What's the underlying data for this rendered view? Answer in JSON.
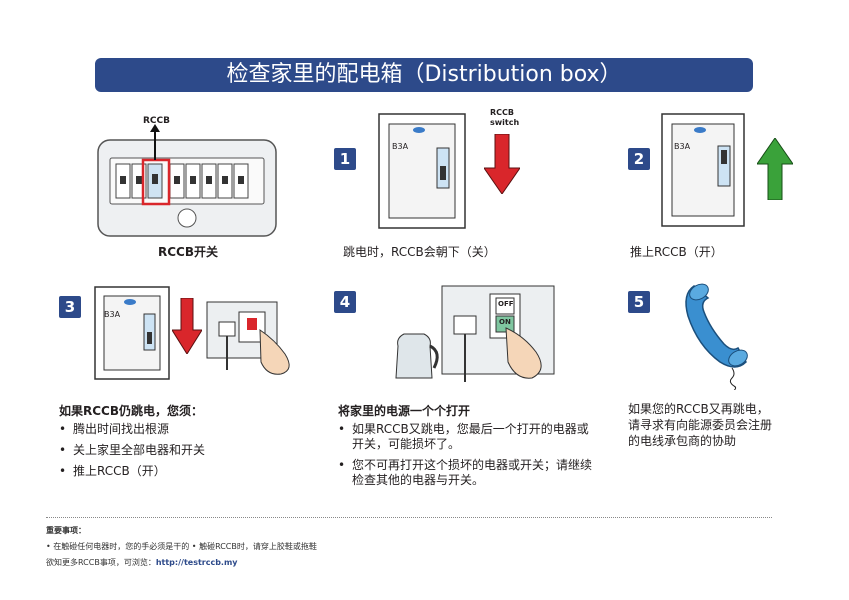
{
  "title": "检查家里的配电箱（Distribution box）",
  "panel_rccb": {
    "label": "RCCB",
    "caption": "RCCB开关"
  },
  "step1": {
    "num": "1",
    "switch_label_line1": "RCCB",
    "switch_label_line2": "switch",
    "breaker_text": "B3A",
    "caption": "跳电时，RCCB会朝下（关）"
  },
  "step2": {
    "num": "2",
    "breaker_text": "B3A",
    "caption": "推上RCCB（开）"
  },
  "step3": {
    "num": "3",
    "breaker_text": "B3A",
    "heading": "如果RCCB仍跳电，您须：",
    "items": [
      "腾出时间找出根源",
      "关上家里全部电器和开关",
      "推上RCCB（开）"
    ]
  },
  "step4": {
    "num": "4",
    "off_text": "OFF",
    "on_text": "ON",
    "heading": "将家里的电源一个个打开",
    "items": [
      "如果RCCB又跳电，您最后一个打开的电器或开关，可能损坏了。",
      "您不可再打开这个损坏的电器或开关；请继续检查其他的电器与开关。"
    ]
  },
  "step5": {
    "num": "5",
    "text": "如果您的RCCB又再跳电，请寻求有向能源委员会注册的电线承包商的协助"
  },
  "footer": {
    "heading": "重要事项：",
    "line1": "• 在触碰任何电器时，您的手必须是干的   • 触碰RCCB时，请穿上胶鞋或拖鞋",
    "line2_prefix": "欲知更多RCCB事项，可浏览：",
    "link": "http://testrccb.my"
  },
  "colors": {
    "brand": "#2d4a8a",
    "arrow_red": "#d9262b",
    "arrow_green": "#3aa23a",
    "phone_blue": "#3a8fd0"
  }
}
